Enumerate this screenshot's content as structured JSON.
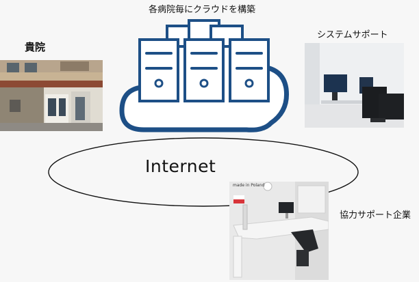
{
  "labels": {
    "cloud_title": "各病院毎にクラウドを構築",
    "hospital": "貴院",
    "system_support": "システムサポート",
    "partner": "協力サポート企業",
    "internet": "Internet",
    "photo_sign": "made in Poland"
  },
  "colors": {
    "cloud_stroke": "#1d4f86",
    "ring_stroke": "#111111",
    "flag_red": "#d8343a"
  },
  "icons": [
    "cloud-icon",
    "server-icon"
  ]
}
